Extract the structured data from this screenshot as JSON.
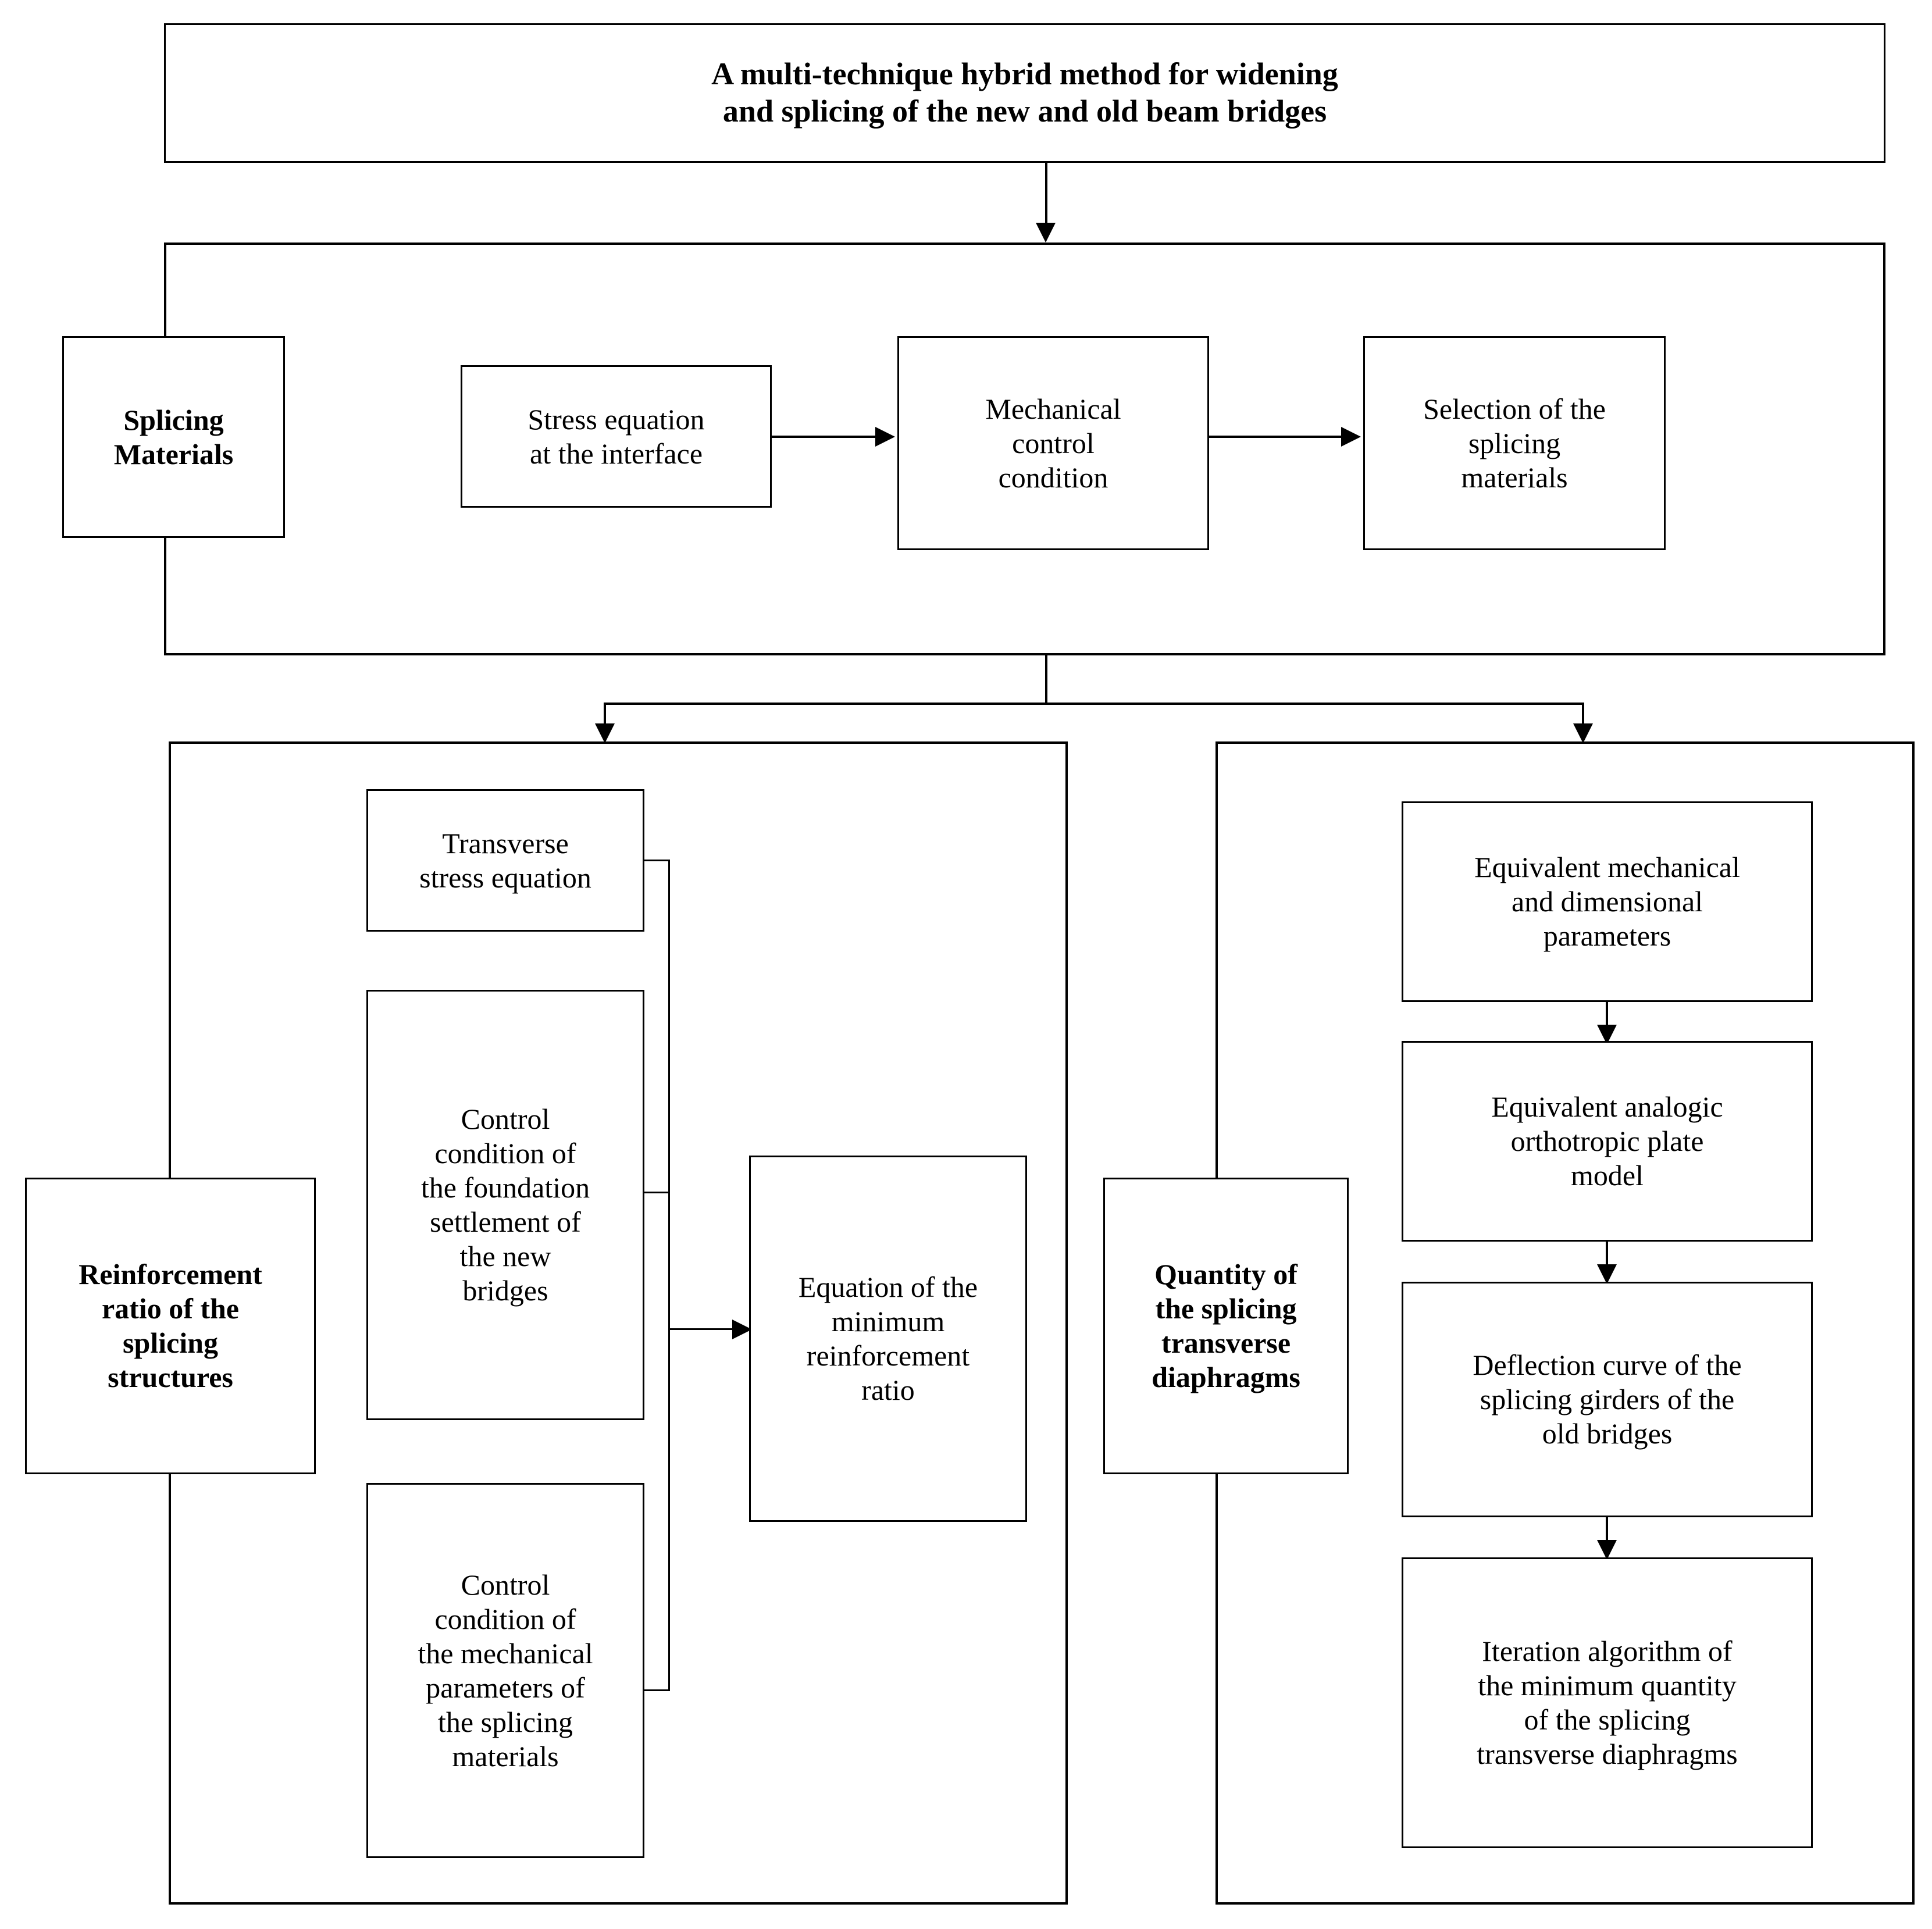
{
  "diagram": {
    "title_box": {
      "text": "A multi-technique hybrid method for widening\nand splicing of the new and old beam bridges"
    },
    "section_splicing_materials": {
      "label": "Splicing\nMaterials",
      "nodes": [
        {
          "text": "Stress equation\nat the interface"
        },
        {
          "text": "Mechanical\ncontrol\ncondition"
        },
        {
          "text": "Selection of the\nsplicing\nmaterials"
        }
      ]
    },
    "section_reinforcement_ratio": {
      "label": "Reinforcement\nratio of the\nsplicing\nstructures",
      "inputs": [
        {
          "text": "Transverse\nstress equation"
        },
        {
          "text": "Control\ncondition of\nthe foundation\nsettlement of\nthe new\nbridges"
        },
        {
          "text": "Control\ncondition of\nthe mechanical\nparameters of\nthe splicing\nmaterials"
        }
      ],
      "output": {
        "text": "Equation of the\nminimum\nreinforcement\nratio"
      }
    },
    "section_transverse_diaphragms": {
      "label": "Quantity of\nthe splicing\ntransverse\ndiaphragms",
      "nodes": [
        {
          "text": "Equivalent mechanical\nand dimensional\nparameters"
        },
        {
          "text": "Equivalent analogic\northotropic plate\nmodel"
        },
        {
          "text": "Deflection curve of the\nsplicing girders of the\nold bridges"
        },
        {
          "text": "Iteration algorithm of\nthe minimum quantity\nof the splicing\ntransverse diaphragms"
        }
      ]
    },
    "colors": {
      "stroke": "#000000",
      "background": "#ffffff",
      "text": "#000000"
    }
  }
}
